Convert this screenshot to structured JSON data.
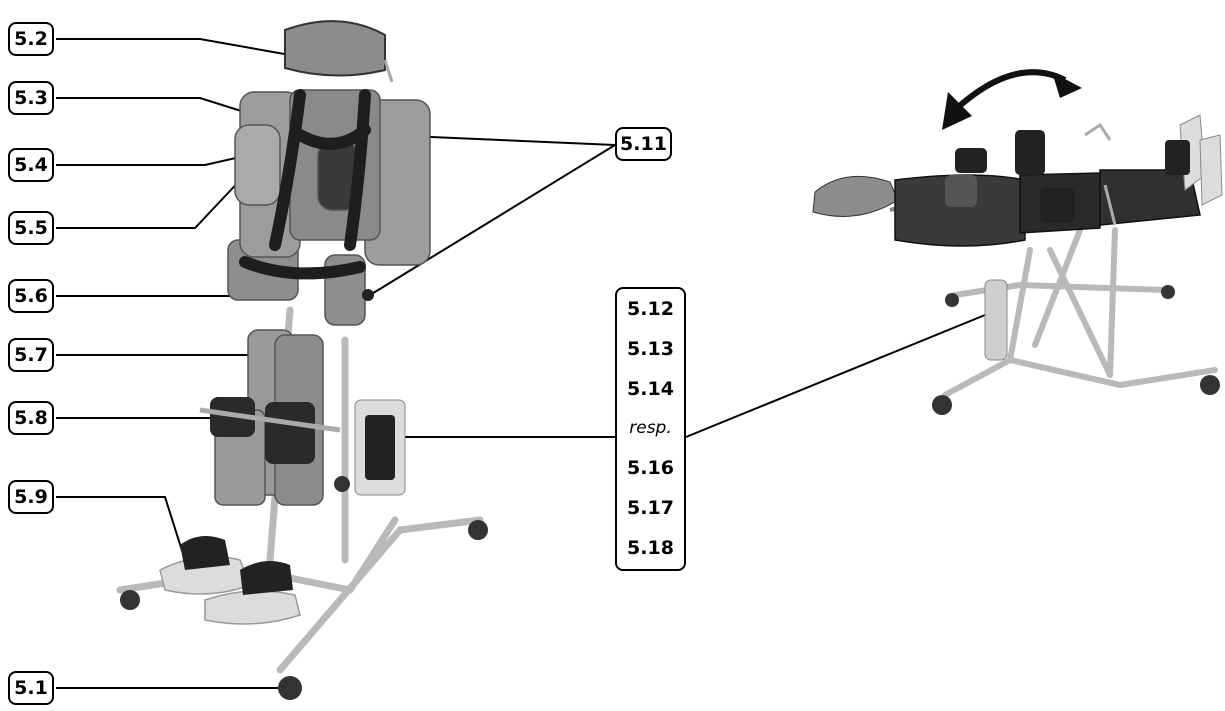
{
  "callouts": {
    "c_5_2": "5.2",
    "c_5_3": "5.3",
    "c_5_4": "5.4",
    "c_5_5": "5.5",
    "c_5_6": "5.6",
    "c_5_7": "5.7",
    "c_5_8": "5.8",
    "c_5_9": "5.9",
    "c_5_1": "5.1",
    "c_5_11": "5.11"
  },
  "stack": [
    "5.12",
    "5.13",
    "5.14",
    "resp.",
    "5.16",
    "5.17",
    "5.18"
  ],
  "icons": {
    "upright": "standing-frame-upright-photo",
    "tilted": "standing-frame-tilted-photo",
    "arrow": "double-curved-arrow-icon"
  }
}
